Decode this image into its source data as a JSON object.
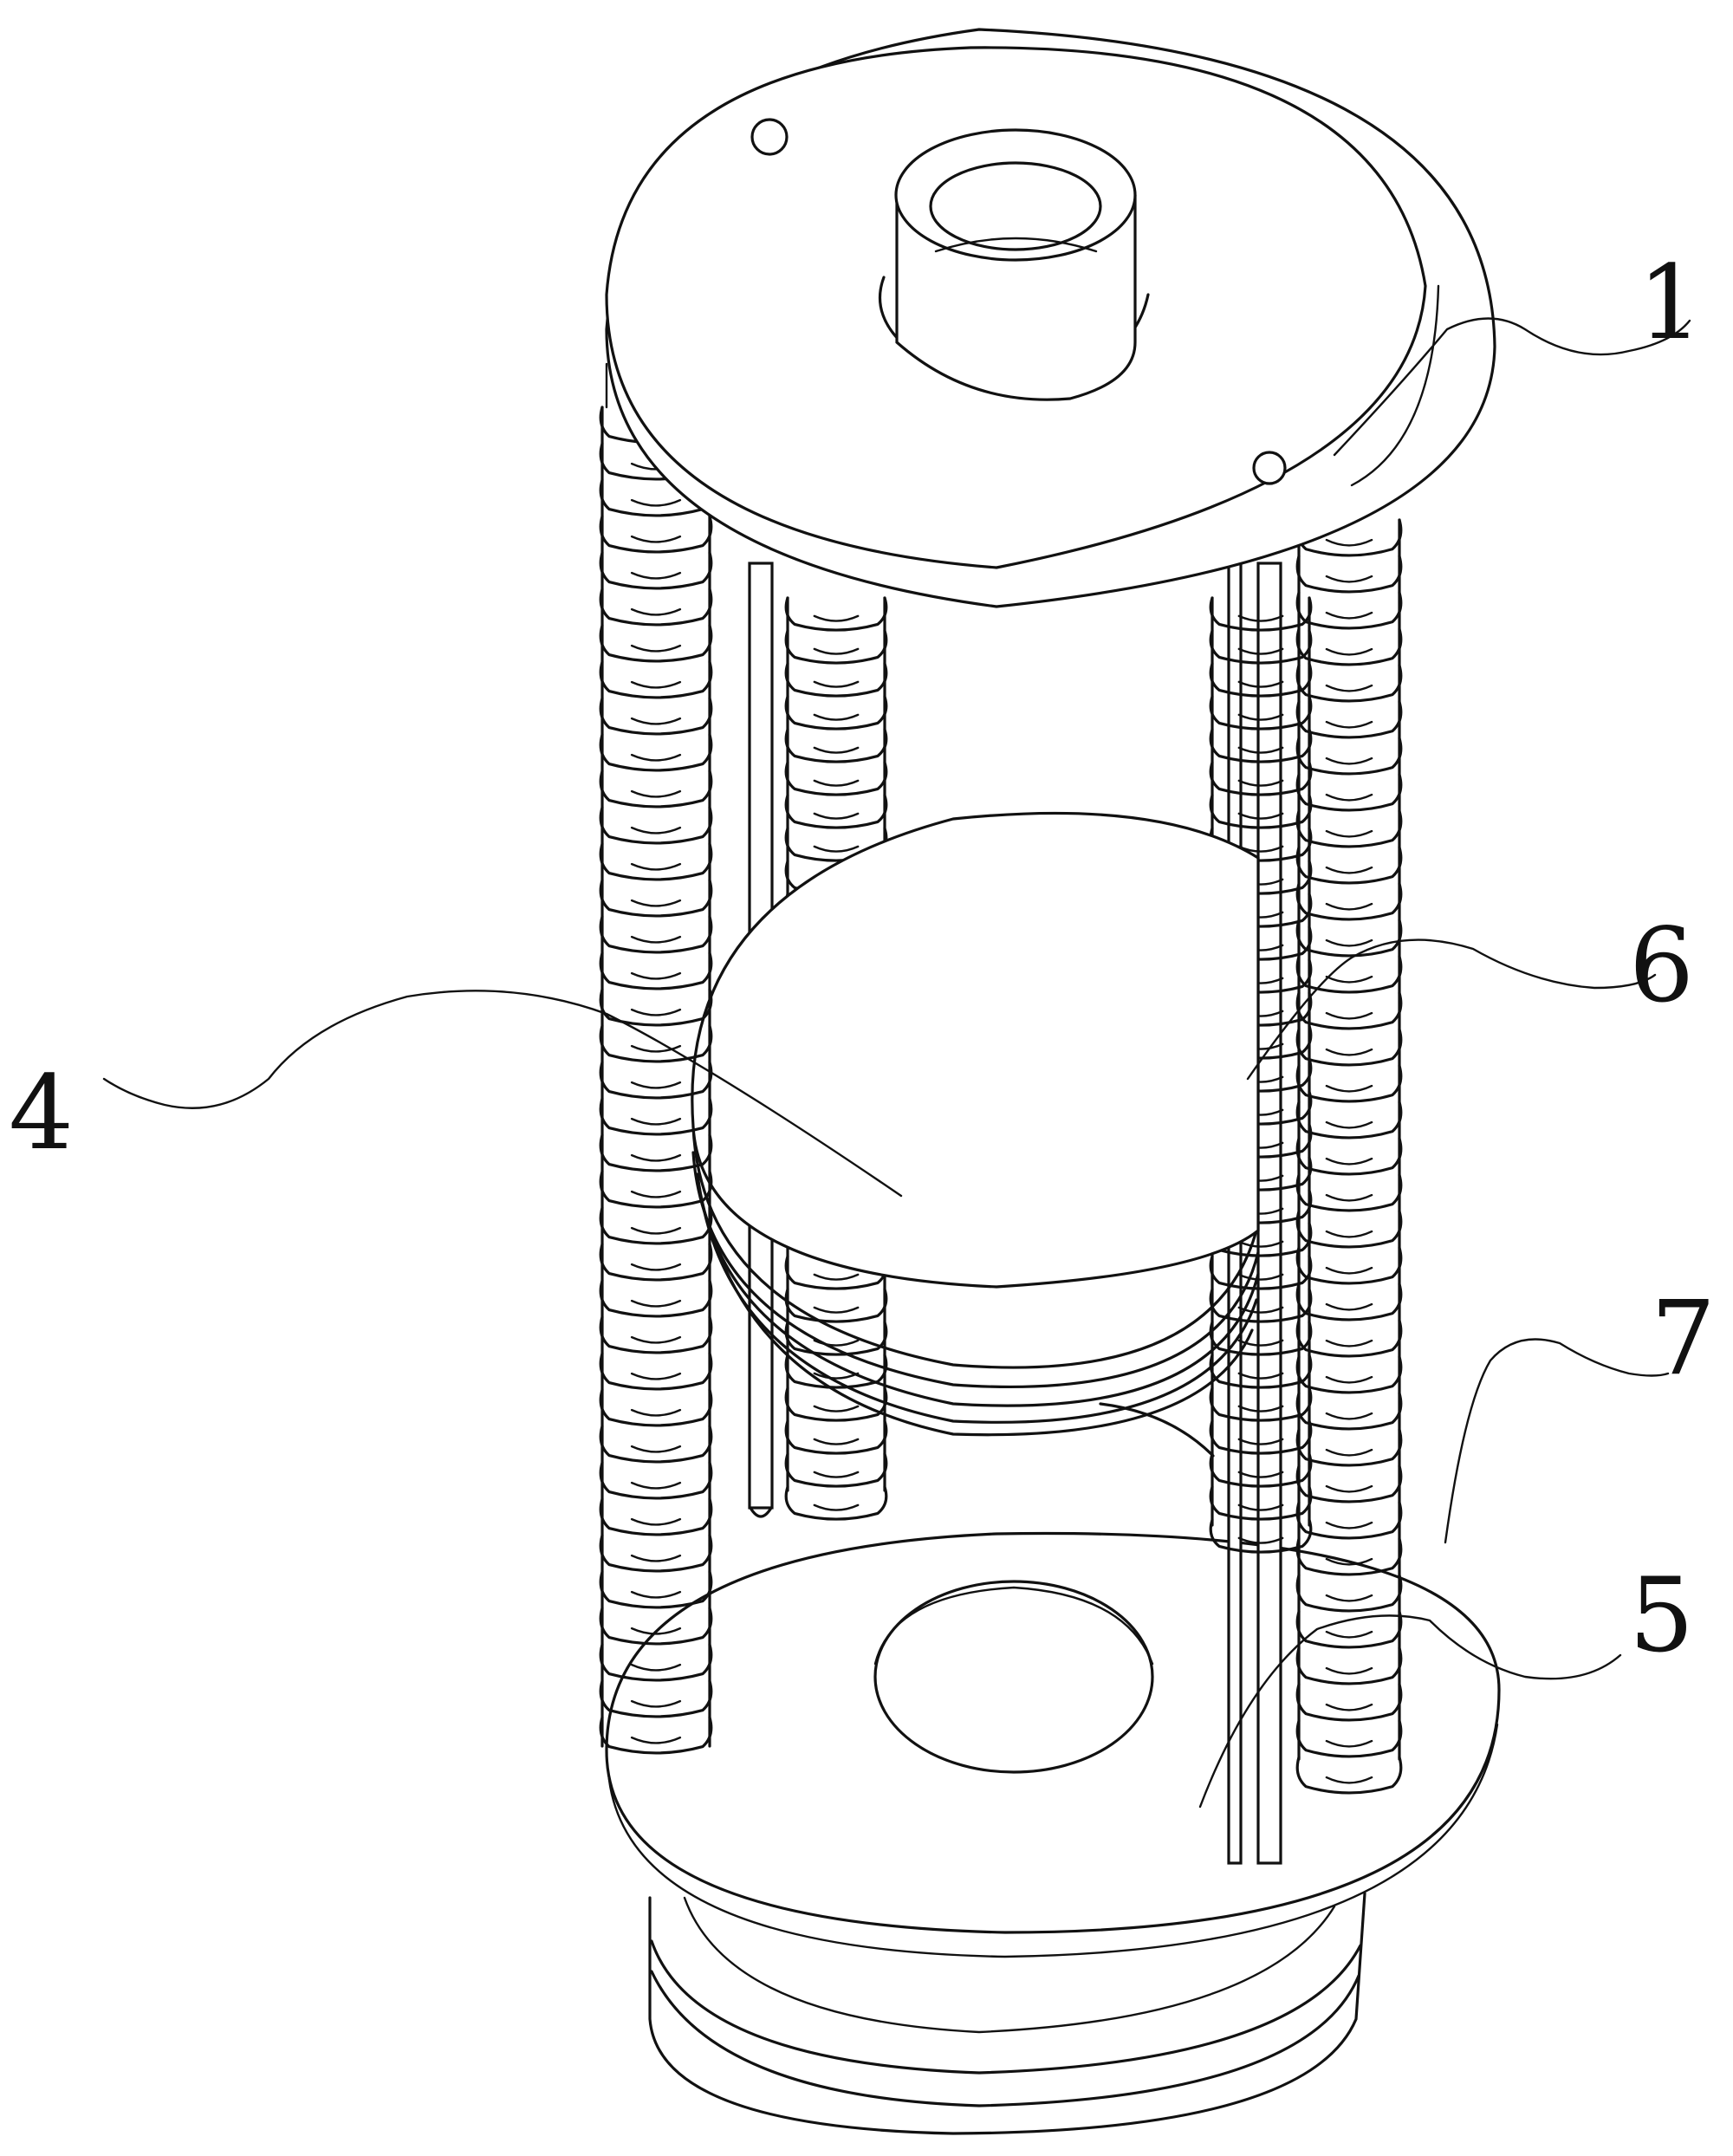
{
  "figure": {
    "background": "#ffffff",
    "line_color": "#111111",
    "callouts": [
      {
        "id": "1",
        "text": "1"
      },
      {
        "id": "6",
        "text": "6"
      },
      {
        "id": "4",
        "text": "4"
      },
      {
        "id": "7",
        "text": "7"
      },
      {
        "id": "5",
        "text": "5"
      }
    ]
  }
}
